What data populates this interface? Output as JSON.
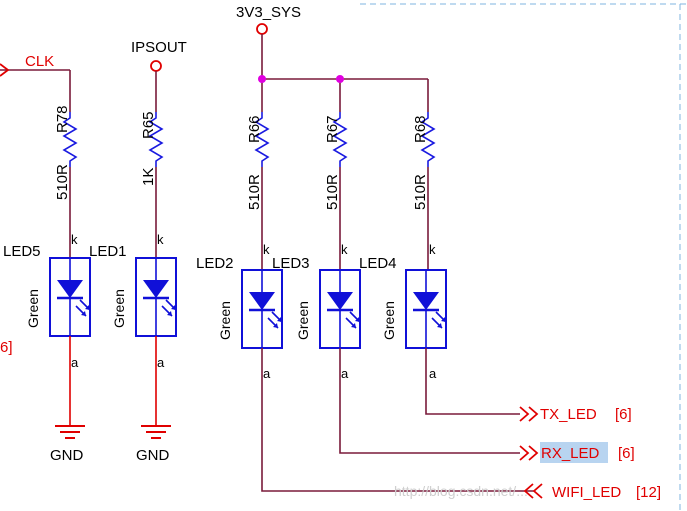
{
  "nets": {
    "supply": "3V3_SYS",
    "ipsout": "IPSOUT",
    "clk": "CLK",
    "gnd": "GND",
    "left_partial": "6]"
  },
  "resistors": [
    {
      "ref": "R78",
      "value": "510R"
    },
    {
      "ref": "R65",
      "value": "1K"
    },
    {
      "ref": "R66",
      "value": "510R"
    },
    {
      "ref": "R67",
      "value": "510R"
    },
    {
      "ref": "R68",
      "value": "510R"
    }
  ],
  "leds": [
    {
      "ref": "LED5",
      "color": "Green"
    },
    {
      "ref": "LED1",
      "color": "Green"
    },
    {
      "ref": "LED2",
      "color": "Green"
    },
    {
      "ref": "LED3",
      "color": "Green"
    },
    {
      "ref": "LED4",
      "color": "Green"
    }
  ],
  "pins": {
    "k": "k",
    "a": "a"
  },
  "ports": [
    {
      "name": "TX_LED",
      "ref": "[6]"
    },
    {
      "name": "RX_LED",
      "ref": "[6]"
    },
    {
      "name": "WIFI_LED",
      "ref": "[12]"
    }
  ],
  "watermark": "http://blog.csdn.net/...",
  "colors": {
    "wire": "#7a1a3a",
    "resistor": "#1a1ae0",
    "led": "#1010d8",
    "junction": "#e000e0",
    "net_circle": "#e00000",
    "port": "#e00000",
    "highlight": "#b8d4f0"
  }
}
